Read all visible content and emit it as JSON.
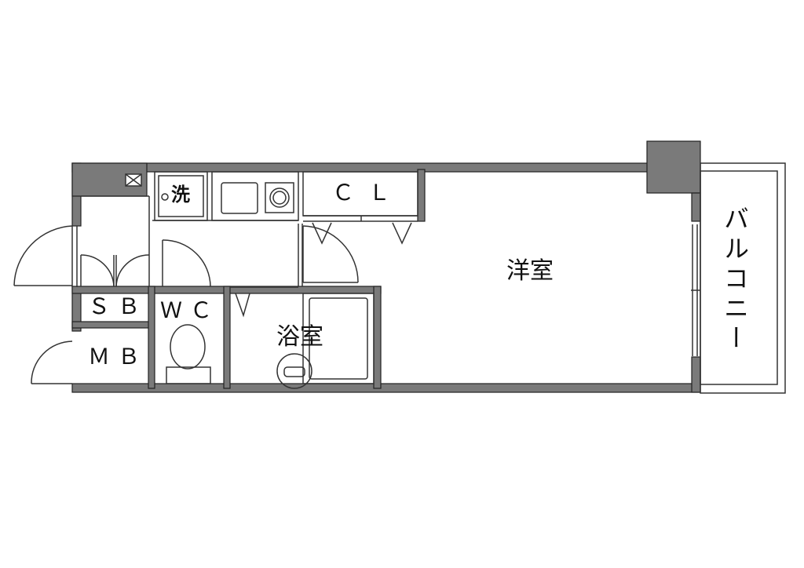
{
  "rooms": {
    "western_room": "洋室",
    "bath": "浴室",
    "closet": "ＣＬ",
    "toilet": "ＷＣ",
    "shoe_box": "ＳＢ",
    "meter_box": "ＭＢ",
    "washer": "洗",
    "balcony": "バルコニー"
  }
}
